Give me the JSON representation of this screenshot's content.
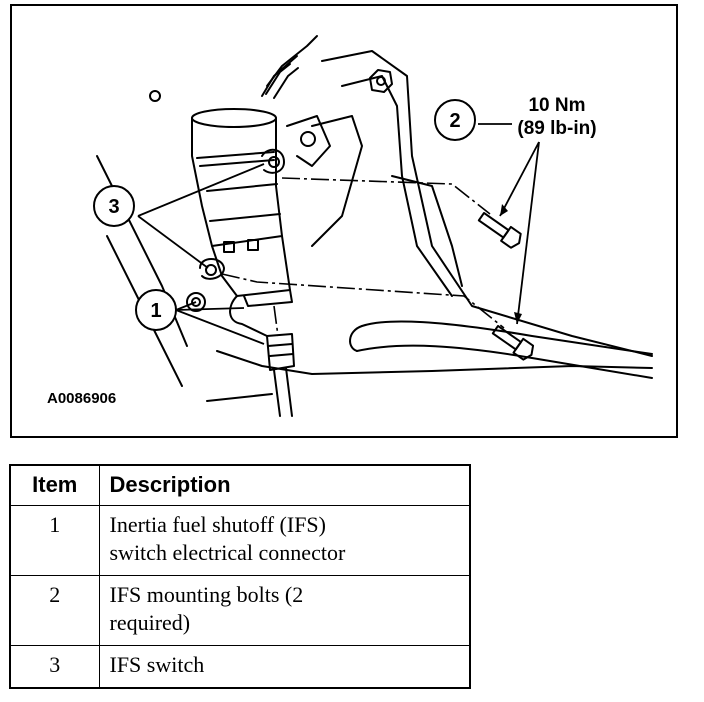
{
  "figure": {
    "callouts": [
      "1",
      "2",
      "3"
    ],
    "torque_line1": "10 Nm",
    "torque_line2": "(89 lb-in)",
    "figure_id": "A0086906"
  },
  "legend": {
    "headers": [
      "Item",
      "Description"
    ],
    "rows": [
      {
        "item": "1",
        "description_line1": "Inertia fuel shutoff (IFS)",
        "description_line2": "switch electrical connector"
      },
      {
        "item": "2",
        "description_line1": "IFS mounting bolts (2",
        "description_line2": "required)"
      },
      {
        "item": "3",
        "description_line1": "IFS switch",
        "description_line2": ""
      }
    ]
  }
}
